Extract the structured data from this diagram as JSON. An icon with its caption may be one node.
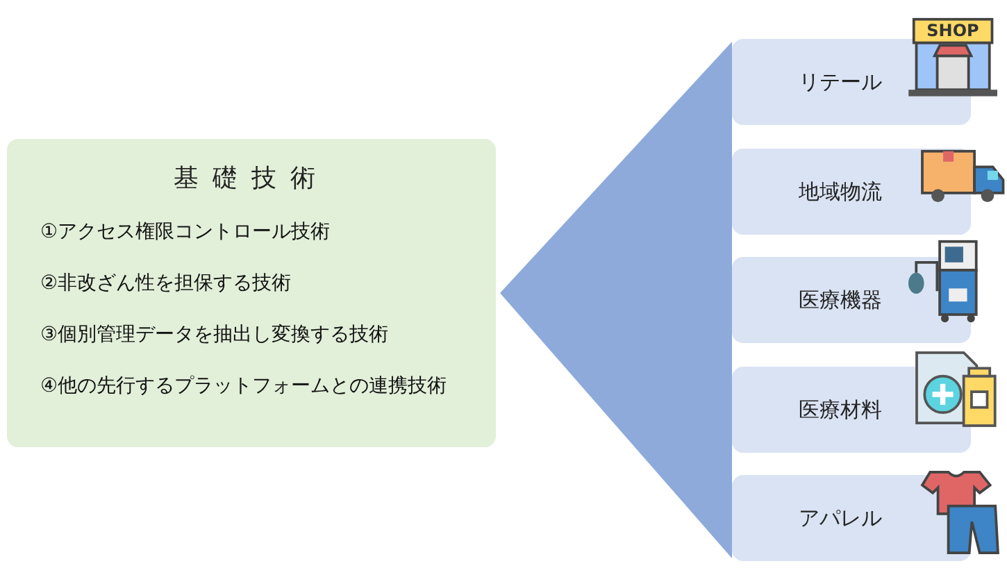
{
  "diagram": {
    "nodes": [
      {
        "text": [
          "基礎技術",
          "①アクセス権限コントロール技術",
          "②非改ざん性を担保する技術",
          "③個別管理データを抽出し変換する技術",
          "④他の先行するプラットフォームとの連携技術"
        ]
      },
      {
        "text": [
          "リテール"
        ]
      },
      {
        "text": [
          "地域物流"
        ]
      },
      {
        "text": [
          "医療機器"
        ]
      },
      {
        "text": [
          "医療材料"
        ]
      },
      {
        "text": [
          "アパレル"
        ]
      }
    ],
    "edges": [
      {
        "from": 0,
        "to": 1,
        "arrow": "none"
      },
      {
        "from": 0,
        "to": 2,
        "arrow": "none"
      },
      {
        "from": 0,
        "to": 3,
        "arrow": "none"
      },
      {
        "from": 0,
        "to": 4,
        "arrow": "none"
      },
      {
        "from": 0,
        "to": 5,
        "arrow": "none"
      }
    ],
    "labels": [
      "SHOP"
    ]
  }
}
